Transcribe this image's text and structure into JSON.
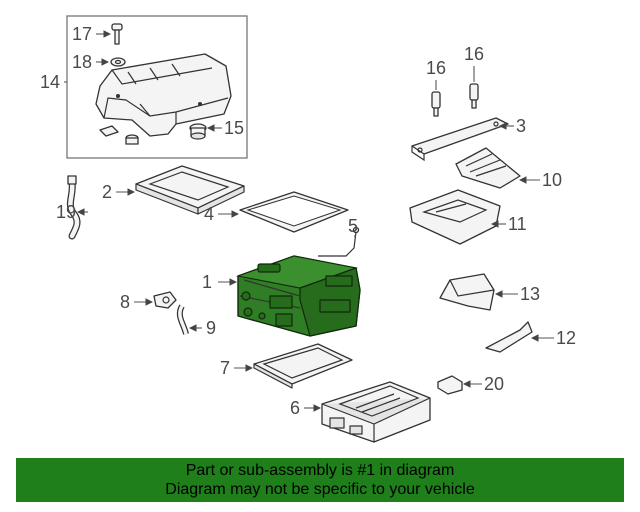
{
  "callouts": [
    "1",
    "2",
    "3",
    "4",
    "5",
    "6",
    "7",
    "8",
    "9",
    "10",
    "11",
    "12",
    "13",
    "14",
    "15",
    "16",
    "16",
    "17",
    "18",
    "19",
    "20"
  ],
  "highlight_color": "#2f7d24",
  "banner_color": "#1f7f1a",
  "footer": {
    "line1": "Part or sub-assembly is #1 in diagram",
    "line2": "Diagram may not be specific to your vehicle"
  }
}
